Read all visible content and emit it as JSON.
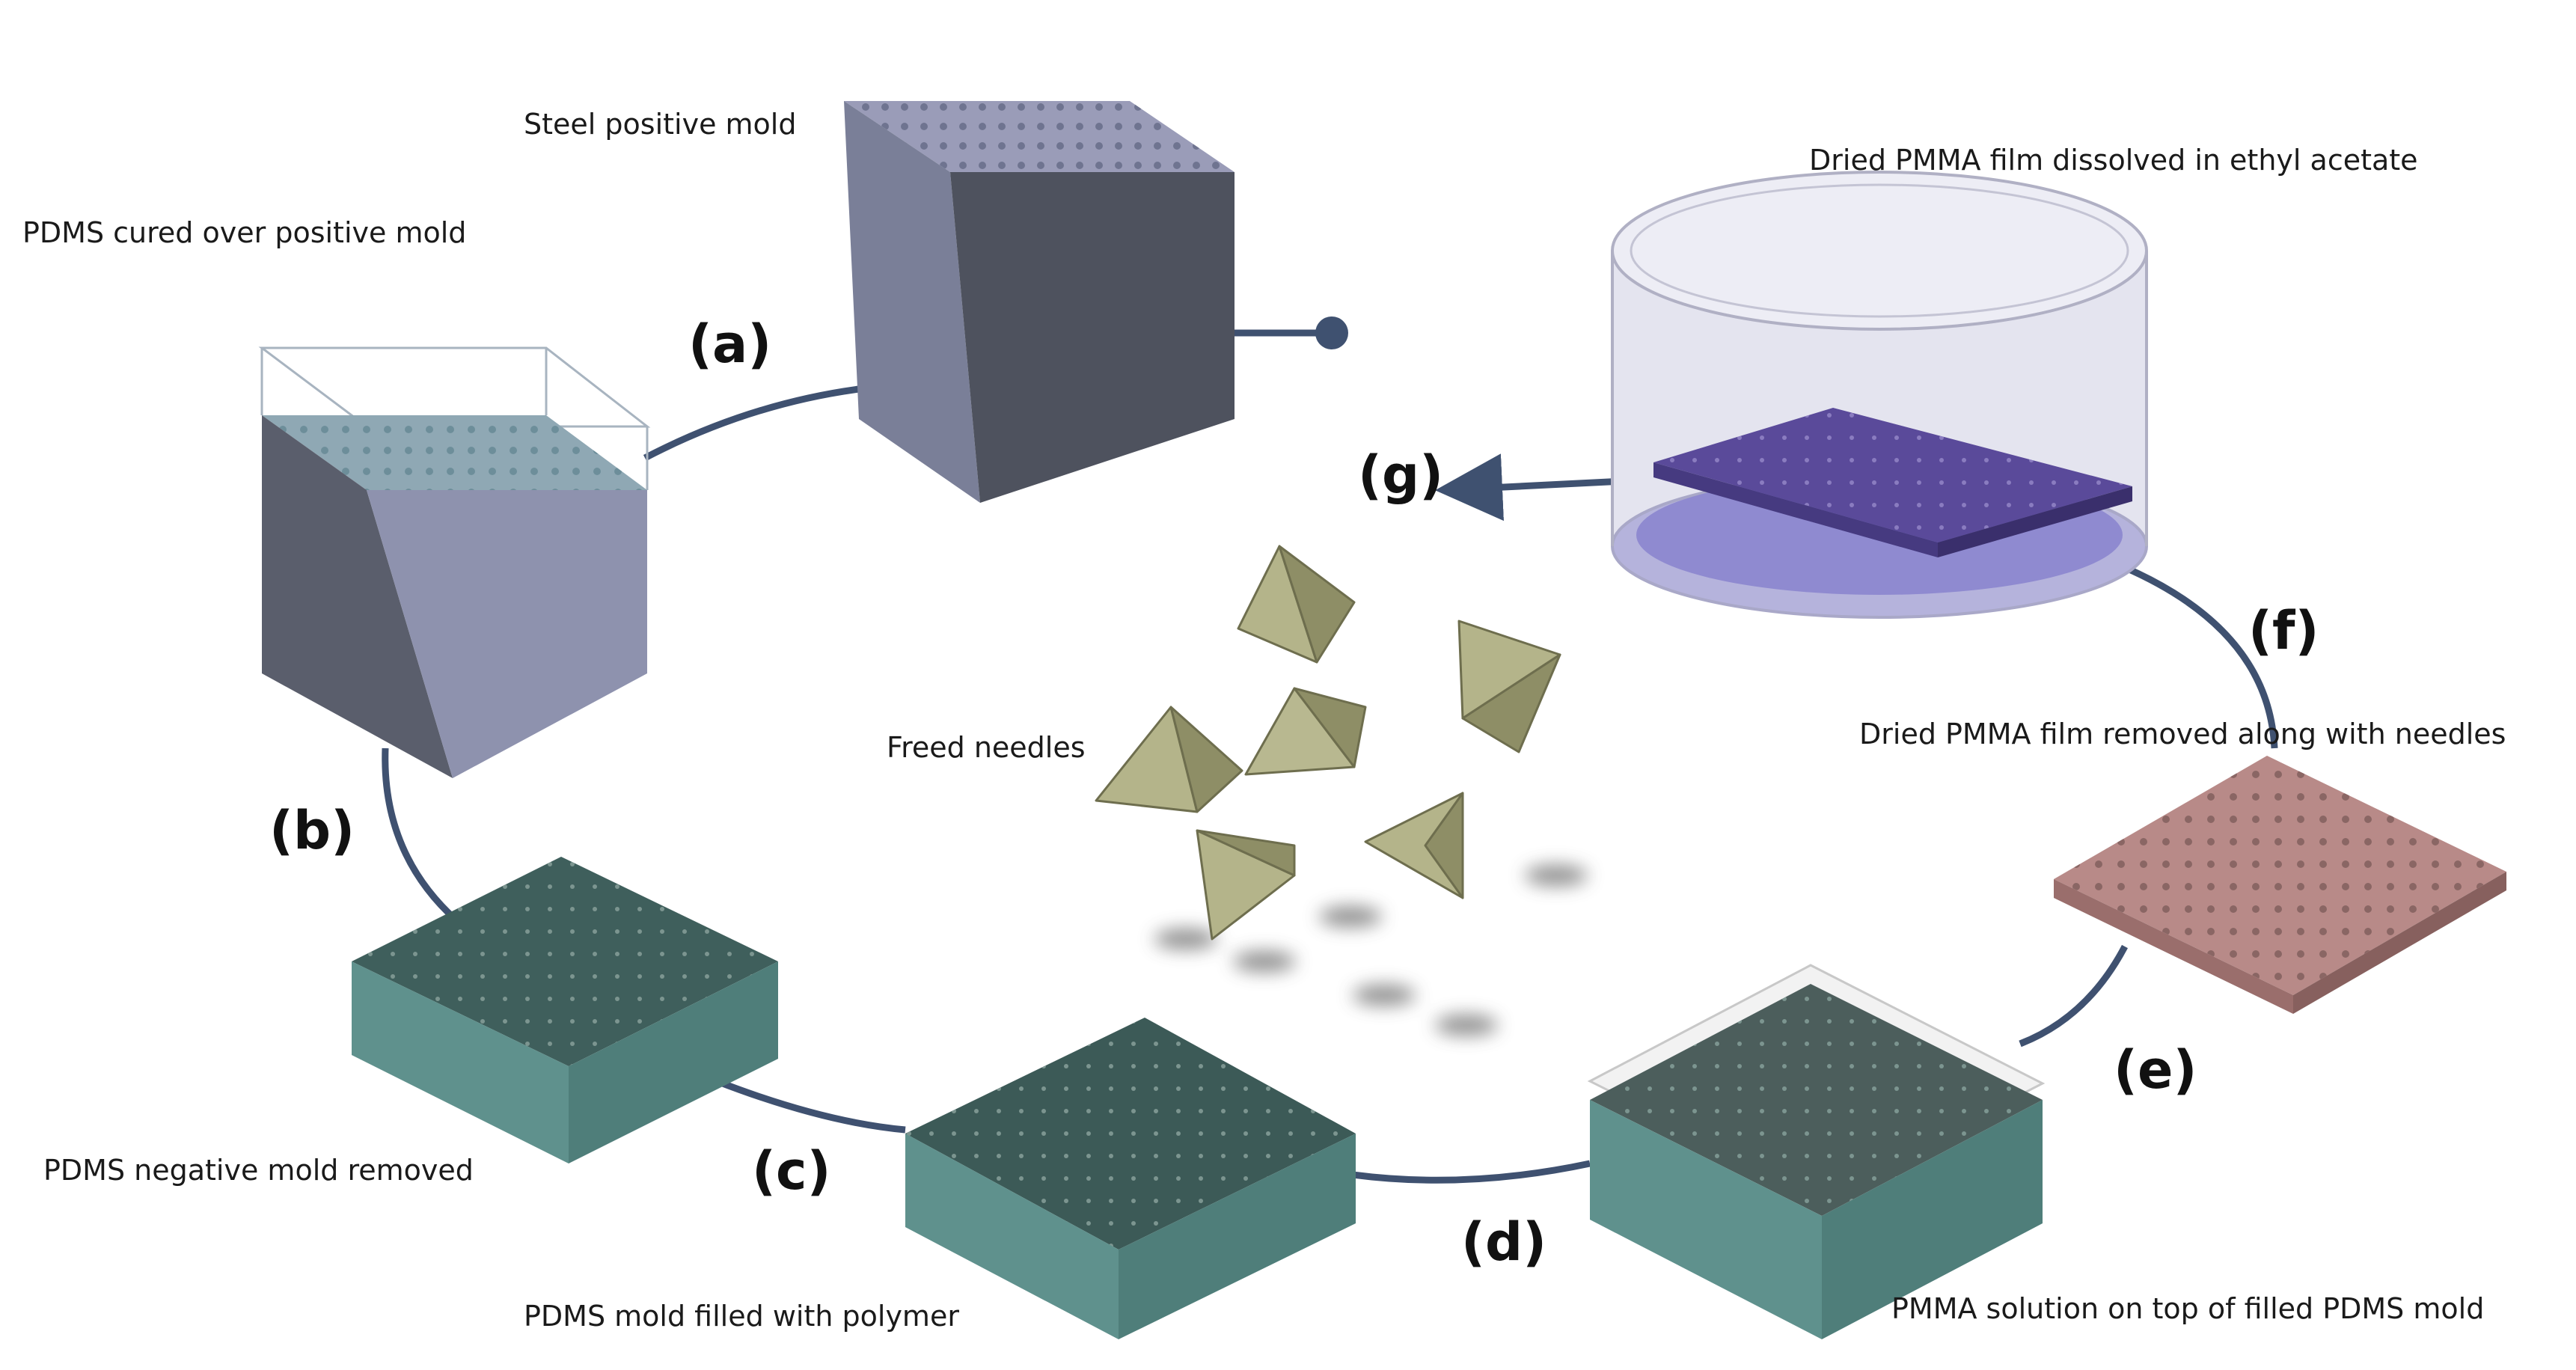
{
  "captions": {
    "steel": "Steel positive mold",
    "pdms_cured": "PDMS cured over positive mold",
    "pmma_dissolved": "Dried PMMA film dissolved in ethyl acetate",
    "pmma_removed": "Dried PMMA film removed along with needles",
    "freed": "Freed needles",
    "negative": "PDMS negative mold removed",
    "filled": "PDMS mold filled with polymer",
    "pmma_solution": "PMMA solution on top of filled PDMS mold"
  },
  "steps": {
    "a": "(a)",
    "b": "(b)",
    "c": "(c)",
    "d": "(d)",
    "e": "(e)",
    "f": "(f)",
    "g": "(g)"
  },
  "colors": {
    "connector": "#3f5170",
    "steel_top": "#9a9cb8",
    "steel_front": "#7a7f98",
    "steel_side": "#4e525e",
    "pdms_dark_front": "#5a5e6c",
    "pdms_light_side": "#8e92ae",
    "teal_top": "#3f5f5c",
    "teal_side": "#5f918d",
    "pink_film": "#b88a88",
    "pmma_film": "#5a4a9a",
    "needle": "#a8a87c"
  }
}
